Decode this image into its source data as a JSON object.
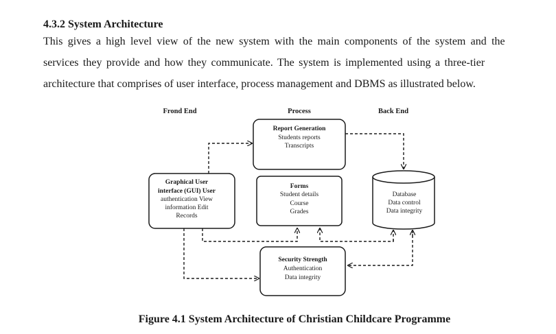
{
  "section": {
    "heading": "4.3.2 System Architecture",
    "paragraph_lines": [
      "This gives a high level view of the new system with the main components of the system and the",
      "services they provide and how they communicate. The system is implemented using a three-tier",
      "architecture that comprises of user interface, process management and DBMS as illustrated below."
    ]
  },
  "diagram": {
    "column_headers": {
      "front": "Frond End",
      "process": "Process",
      "back": "Back End"
    },
    "report_box": {
      "title": "Report Generation",
      "lines": [
        "Students reports",
        "Transcripts"
      ]
    },
    "gui_box": {
      "lines": [
        "Graphical User",
        "interface (GUI) User",
        "authentication View",
        "information Edit",
        "Records"
      ]
    },
    "forms_box": {
      "title": "Forms",
      "lines": [
        "Student details",
        "Course",
        "Grades"
      ]
    },
    "database": {
      "lines": [
        "Database",
        "Data control",
        "Data integrity"
      ]
    },
    "security_box": {
      "title": "Security Strength",
      "lines": [
        "Authentication",
        "Data integrity"
      ]
    }
  },
  "figure": {
    "caption": "Figure 4.1 System Architecture of Christian Childcare Programme"
  },
  "colors": {
    "ink": "#1a1a1a",
    "background": "#ffffff"
  }
}
